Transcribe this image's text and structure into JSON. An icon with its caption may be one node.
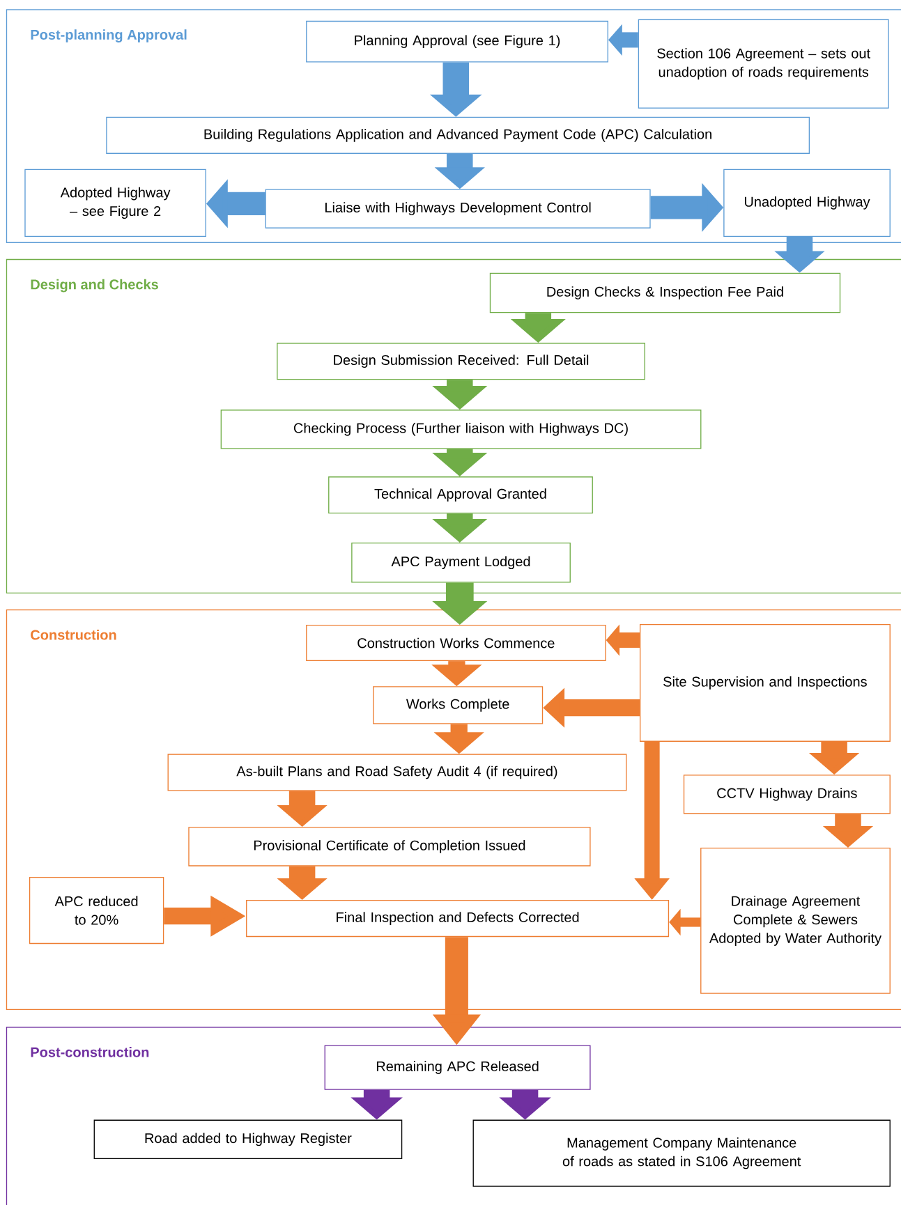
{
  "diagram": {
    "nodes": [
      {
        "text": [
          "Post-planning Approval"
        ]
      },
      {
        "text": [
          "Planning Approval (see Figure 1)"
        ],
        "in": 0
      },
      {
        "text": [
          "Section 106 Agreement – sets out unadoption of roads requirements"
        ],
        "in": 0
      },
      {
        "text": [
          "Building Regulations Application and Advanced Payment Code (APC) Calculation"
        ],
        "in": 0
      },
      {
        "text": [
          "Adopted Highway – see Figure 2"
        ],
        "in": 0
      },
      {
        "text": [
          "Liaise with Highways Development Control"
        ],
        "in": 0
      },
      {
        "text": [
          "Unadopted Highway"
        ],
        "in": 0
      },
      {
        "text": [
          "Design and Checks"
        ]
      },
      {
        "text": [
          "Design Checks & Inspection Fee Paid"
        ],
        "in": 7
      },
      {
        "text": [
          "Design Submission Received: Full Detail"
        ],
        "in": 7
      },
      {
        "text": [
          "Checking Process (Further liaison with Highways DC)"
        ],
        "in": 7
      },
      {
        "text": [
          "Technical Approval Granted"
        ],
        "in": 7
      },
      {
        "text": [
          "APC Payment Lodged"
        ],
        "in": 7
      },
      {
        "text": [
          "Construction"
        ]
      },
      {
        "text": [
          "Construction Works Commence"
        ],
        "in": 13
      },
      {
        "text": [
          "Site Supervision and Inspections"
        ],
        "in": 13
      },
      {
        "text": [
          "Works Complete"
        ],
        "in": 13
      },
      {
        "text": [
          "As-built Plans and Road Safety Audit 4 (if required)"
        ],
        "in": 13
      },
      {
        "text": [
          "CCTV Highway Drains"
        ],
        "in": 13
      },
      {
        "text": [
          "Provisional Certificate of Completion Issued"
        ],
        "in": 13
      },
      {
        "text": [
          "APC reduced to 20%"
        ],
        "in": 13
      },
      {
        "text": [
          "Final Inspection and Defects Corrected"
        ],
        "in": 13
      },
      {
        "text": [
          "Drainage Agreement Complete & Sewers Adopted by Water Authority"
        ],
        "in": 13
      },
      {
        "text": [
          "Post-construction"
        ]
      },
      {
        "text": [
          "Remaining APC Released"
        ],
        "in": 23
      },
      {
        "text": [
          "Road added to Highway Register"
        ],
        "in": 23
      },
      {
        "text": [
          "Management Company Maintenance of roads as stated in S106 Agreement"
        ],
        "in": 23
      }
    ],
    "edges": [
      {
        "from": 2,
        "to": 1,
        "arrow": "to",
        "color": "#5b9bd5"
      },
      {
        "from": 1,
        "to": 3,
        "arrow": "to",
        "color": "#5b9bd5"
      },
      {
        "from": 3,
        "to": 5,
        "arrow": "to",
        "color": "#5b9bd5"
      },
      {
        "from": 5,
        "to": 4,
        "arrow": "to",
        "color": "#5b9bd5"
      },
      {
        "from": 5,
        "to": 6,
        "arrow": "to",
        "color": "#5b9bd5"
      },
      {
        "from": 6,
        "to": 8,
        "arrow": "to",
        "color": "#5b9bd5"
      },
      {
        "from": 8,
        "to": 9,
        "arrow": "to",
        "color": "#70ad47"
      },
      {
        "from": 9,
        "to": 10,
        "arrow": "to",
        "color": "#70ad47"
      },
      {
        "from": 10,
        "to": 11,
        "arrow": "to",
        "color": "#70ad47"
      },
      {
        "from": 11,
        "to": 12,
        "arrow": "to",
        "color": "#70ad47"
      },
      {
        "from": 12,
        "to": 14,
        "arrow": "to",
        "color": "#70ad47"
      },
      {
        "from": 15,
        "to": 14,
        "arrow": "to"
      },
      {
        "from": 14,
        "to": 16,
        "arrow": "to"
      },
      {
        "from": 15,
        "to": 16,
        "arrow": "to"
      },
      {
        "from": 16,
        "to": 17,
        "arrow": "to"
      },
      {
        "from": 15,
        "to": 18,
        "arrow": "to"
      },
      {
        "from": 15,
        "to": 21,
        "arrow": "to"
      },
      {
        "from": 17,
        "to": 19,
        "arrow": "to"
      },
      {
        "from": 18,
        "to": 22,
        "arrow": "to"
      },
      {
        "from": 19,
        "to": 21,
        "arrow": "to"
      },
      {
        "from": 20,
        "to": 21,
        "arrow": "to"
      },
      {
        "from": 22,
        "to": 21,
        "arrow": "to"
      },
      {
        "from": 21,
        "to": 24,
        "arrow": "to"
      },
      {
        "from": 24,
        "to": 25,
        "arrow": "to",
        "color": "#7030a0"
      },
      {
        "from": 24,
        "to": 26,
        "arrow": "to",
        "color": "#7030a0"
      }
    ]
  }
}
